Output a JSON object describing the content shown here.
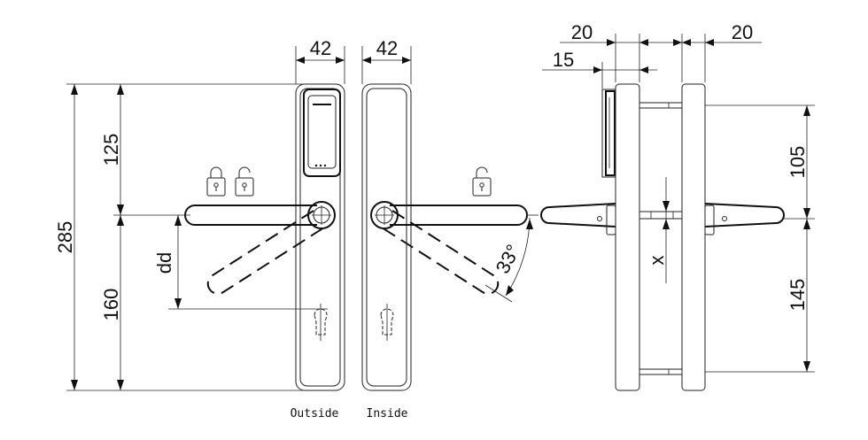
{
  "dimensions": {
    "front_width_outside": "42",
    "front_width_inside": "42",
    "overall_height": "285",
    "upper_height": "125",
    "lower_height": "160",
    "dd": "dd",
    "angle": "33°",
    "side_left_offset": "20",
    "side_right_offset": "20",
    "side_reader_depth": "15",
    "side_upper": "105",
    "side_lower": "145",
    "x": "x"
  },
  "captions": {
    "outside": "Outside",
    "inside": "Inside"
  }
}
